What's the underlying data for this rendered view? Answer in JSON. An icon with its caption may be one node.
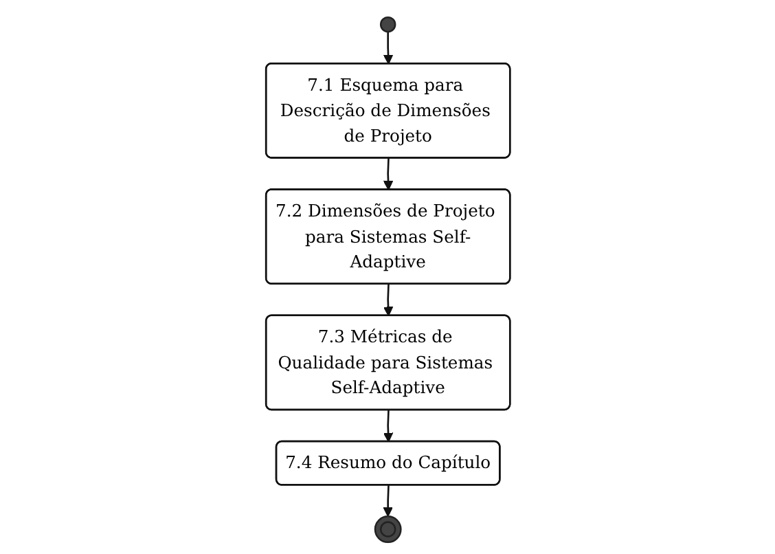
{
  "diagram": {
    "nodes": [
      {
        "text": [],
        "shape": "circle"
      },
      {
        "text": [
          "7.1 Esquema para Descrição de Dimensões de Projeto"
        ]
      },
      {
        "text": [
          "7.2 Dimensões de Projeto para Sistemas Self-Adaptive"
        ]
      },
      {
        "text": [
          "7.3 Métricas de Qualidade para Sistemas Self-Adaptive"
        ]
      },
      {
        "text": [
          "7.4 Resumo do Capítulo"
        ]
      },
      {
        "text": [],
        "shape": "circle"
      }
    ],
    "edges": [
      {
        "from": 0,
        "to": 1,
        "arrow": "to"
      },
      {
        "from": 1,
        "to": 2,
        "arrow": "to"
      },
      {
        "from": 2,
        "to": 3,
        "arrow": "to"
      },
      {
        "from": 3,
        "to": 4,
        "arrow": "to"
      },
      {
        "from": 4,
        "to": 5,
        "arrow": "to"
      }
    ]
  }
}
